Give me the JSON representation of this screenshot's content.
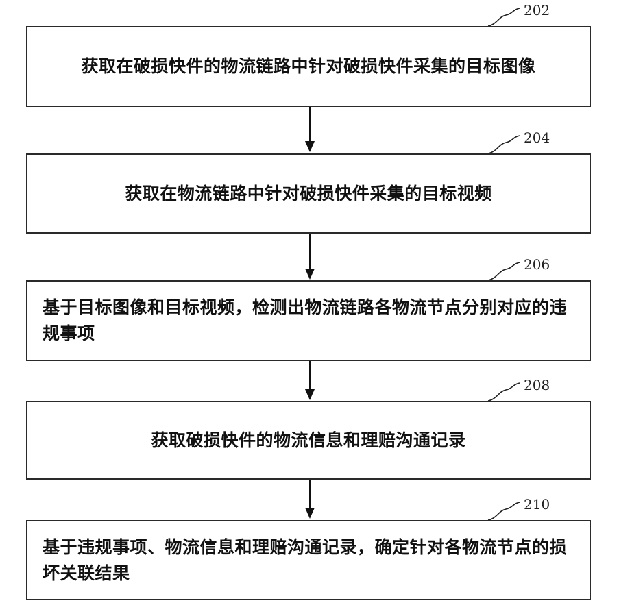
{
  "steps": [
    {
      "number": "202",
      "text": "获取在破损快件的物流链路中针对破损快件采集的目标图像"
    },
    {
      "number": "204",
      "text": "获取在物流链路中针对破损快件采集的目标视频"
    },
    {
      "number": "206",
      "text": "基于目标图像和目标视频，检测出物流链路各物流节点分别对应的违规事项"
    },
    {
      "number": "208",
      "text": "获取破损快件的物流信息和理赔沟通记录"
    },
    {
      "number": "210",
      "text": "基于违规事项、物流信息和理赔沟通记录，确定针对各物流节点的损坏关联结果"
    }
  ]
}
